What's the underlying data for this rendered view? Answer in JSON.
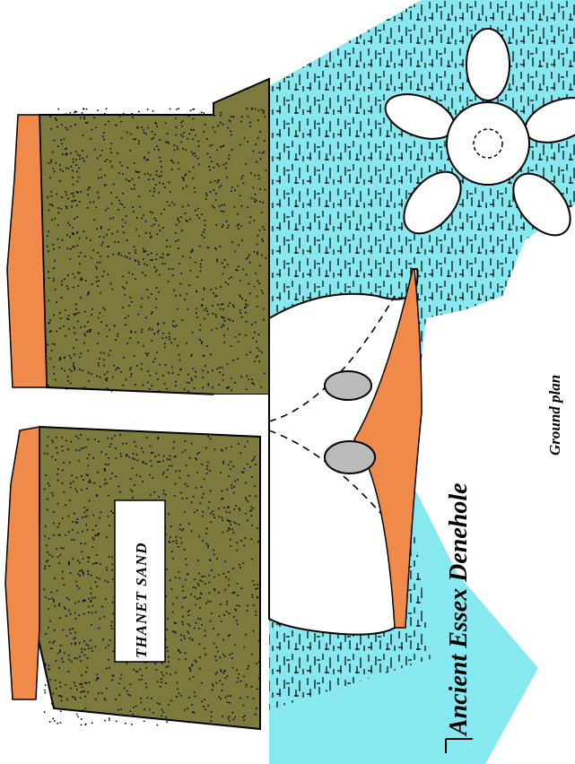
{
  "diagram": {
    "title": "Ancient Essex Denehole",
    "layer_label": "THANET SAND",
    "caption": "Ground plan"
  },
  "colors": {
    "background": "#ffffff",
    "chalk": "#88e8f0",
    "sand": "#7d7a3e",
    "topsoil": "#f08a4a",
    "chamber": "#ffffff",
    "ink": "#000000"
  },
  "icons": {
    "ground_plan": "five-lobed-ground-plan-icon",
    "title_marker": "tee-marker-icon"
  }
}
